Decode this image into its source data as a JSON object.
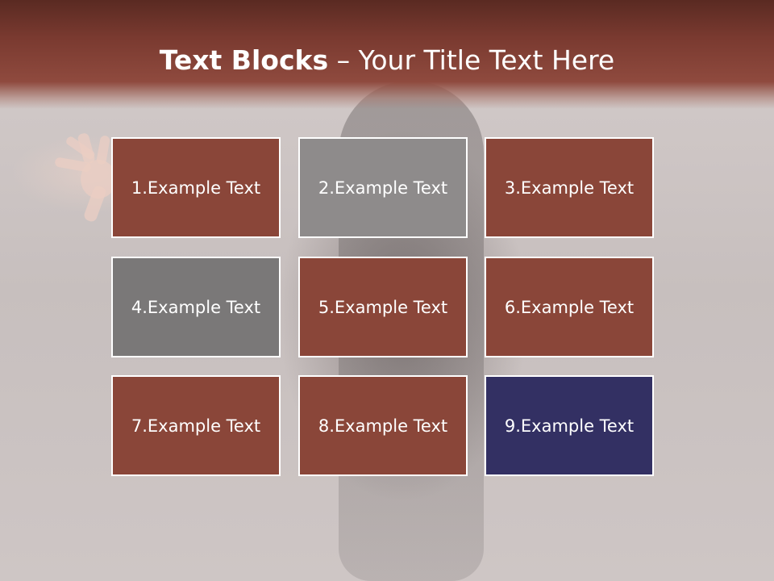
{
  "title": {
    "bold": "Text Blocks",
    "separator": "–",
    "rest": "Your Title Text Here"
  },
  "colors": {
    "header": "#7a3a30",
    "block_brown": "#8a4639",
    "block_gray_light": "#8e8b8b",
    "block_gray_dark": "#7a7878",
    "block_navy": "#333063",
    "block_border": "#ffffff"
  },
  "blocks": [
    {
      "label": "1.Example Text",
      "color": "#8a4639"
    },
    {
      "label": "2.Example Text",
      "color": "#8e8b8b"
    },
    {
      "label": "3.Example Text",
      "color": "#8a4639"
    },
    {
      "label": "4.Example Text",
      "color": "#7a7878"
    },
    {
      "label": "5.Example Text",
      "color": "#8a4639"
    },
    {
      "label": "6.Example Text",
      "color": "#8a4639"
    },
    {
      "label": "7.Example Text",
      "color": "#8a4639"
    },
    {
      "label": "8.Example Text",
      "color": "#8a4639"
    },
    {
      "label": "9.Example Text",
      "color": "#333063"
    }
  ]
}
